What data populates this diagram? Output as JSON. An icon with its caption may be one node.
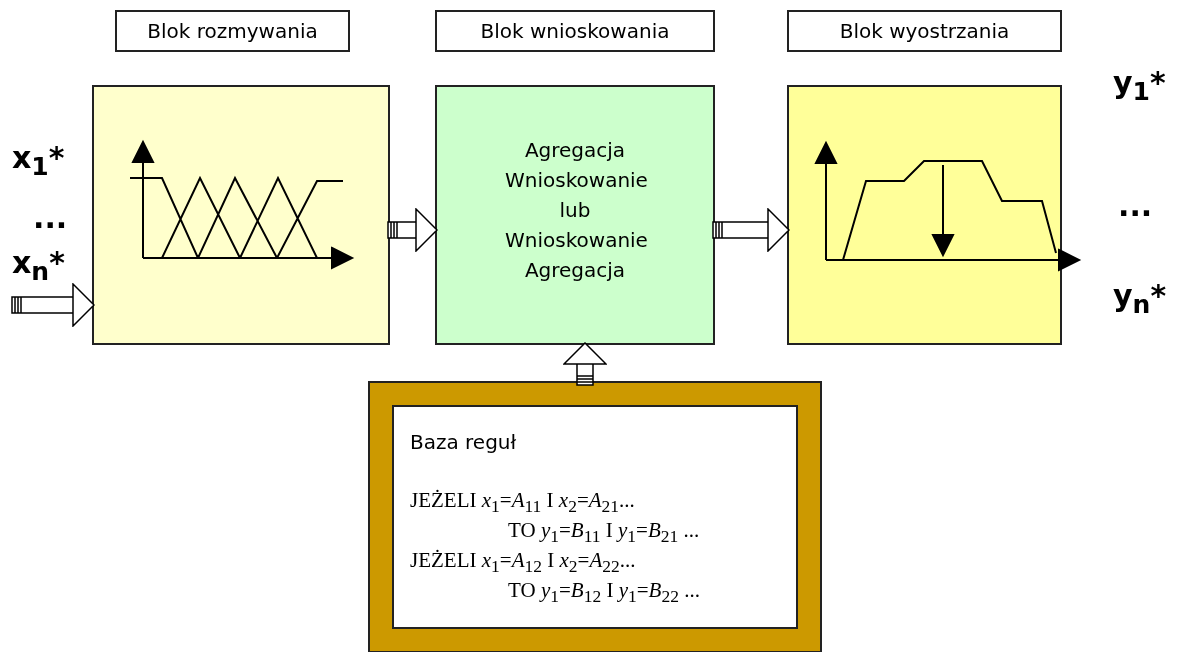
{
  "diagram": {
    "nodes": [
      {
        "text": [
          "Blok rozmywania"
        ]
      },
      {
        "text": [
          "Blok wnioskowania"
        ]
      },
      {
        "text": [
          "Blok wyostrzania"
        ]
      },
      {
        "text": [],
        "shape": "box"
      },
      {
        "text": [
          "Agregacja Wnioskowanie lub Wnioskowanie Agregacja"
        ]
      },
      {
        "text": [],
        "shape": "box"
      },
      {
        "text": [
          "Baza reguł",
          "JEŻELI *x*$_{1}$=*A*$_{11}$ I *x*$_{2}$=*A*$_{21}$...",
          "TO *y*$_{1}$=*B*$_{11}$ I *y*$_{1}$=*B*$_{21}$ ...",
          "JEŻELI *x*$_{1}$=*A*$_{12}$ I *x*$_{2}$=*A*$_{22}$...",
          "TO *y*$_{1}$=*B*$_{12}$ I *y*$_{1}$=*B*$_{22}$ ..."
        ]
      }
    ],
    "edges": [
      {
        "from": null,
        "to": 3,
        "arrow": "to"
      },
      {
        "from": 3,
        "to": 4,
        "arrow": "to"
      },
      {
        "from": 4,
        "to": 5,
        "arrow": "to"
      },
      {
        "from": 6,
        "to": 4,
        "arrow": "to"
      }
    ],
    "labels": [
      "x$_{1}$*",
      "...",
      "x$_{n}$*",
      "y$_{1}$*",
      "...",
      "y$_{n}$*"
    ]
  }
}
